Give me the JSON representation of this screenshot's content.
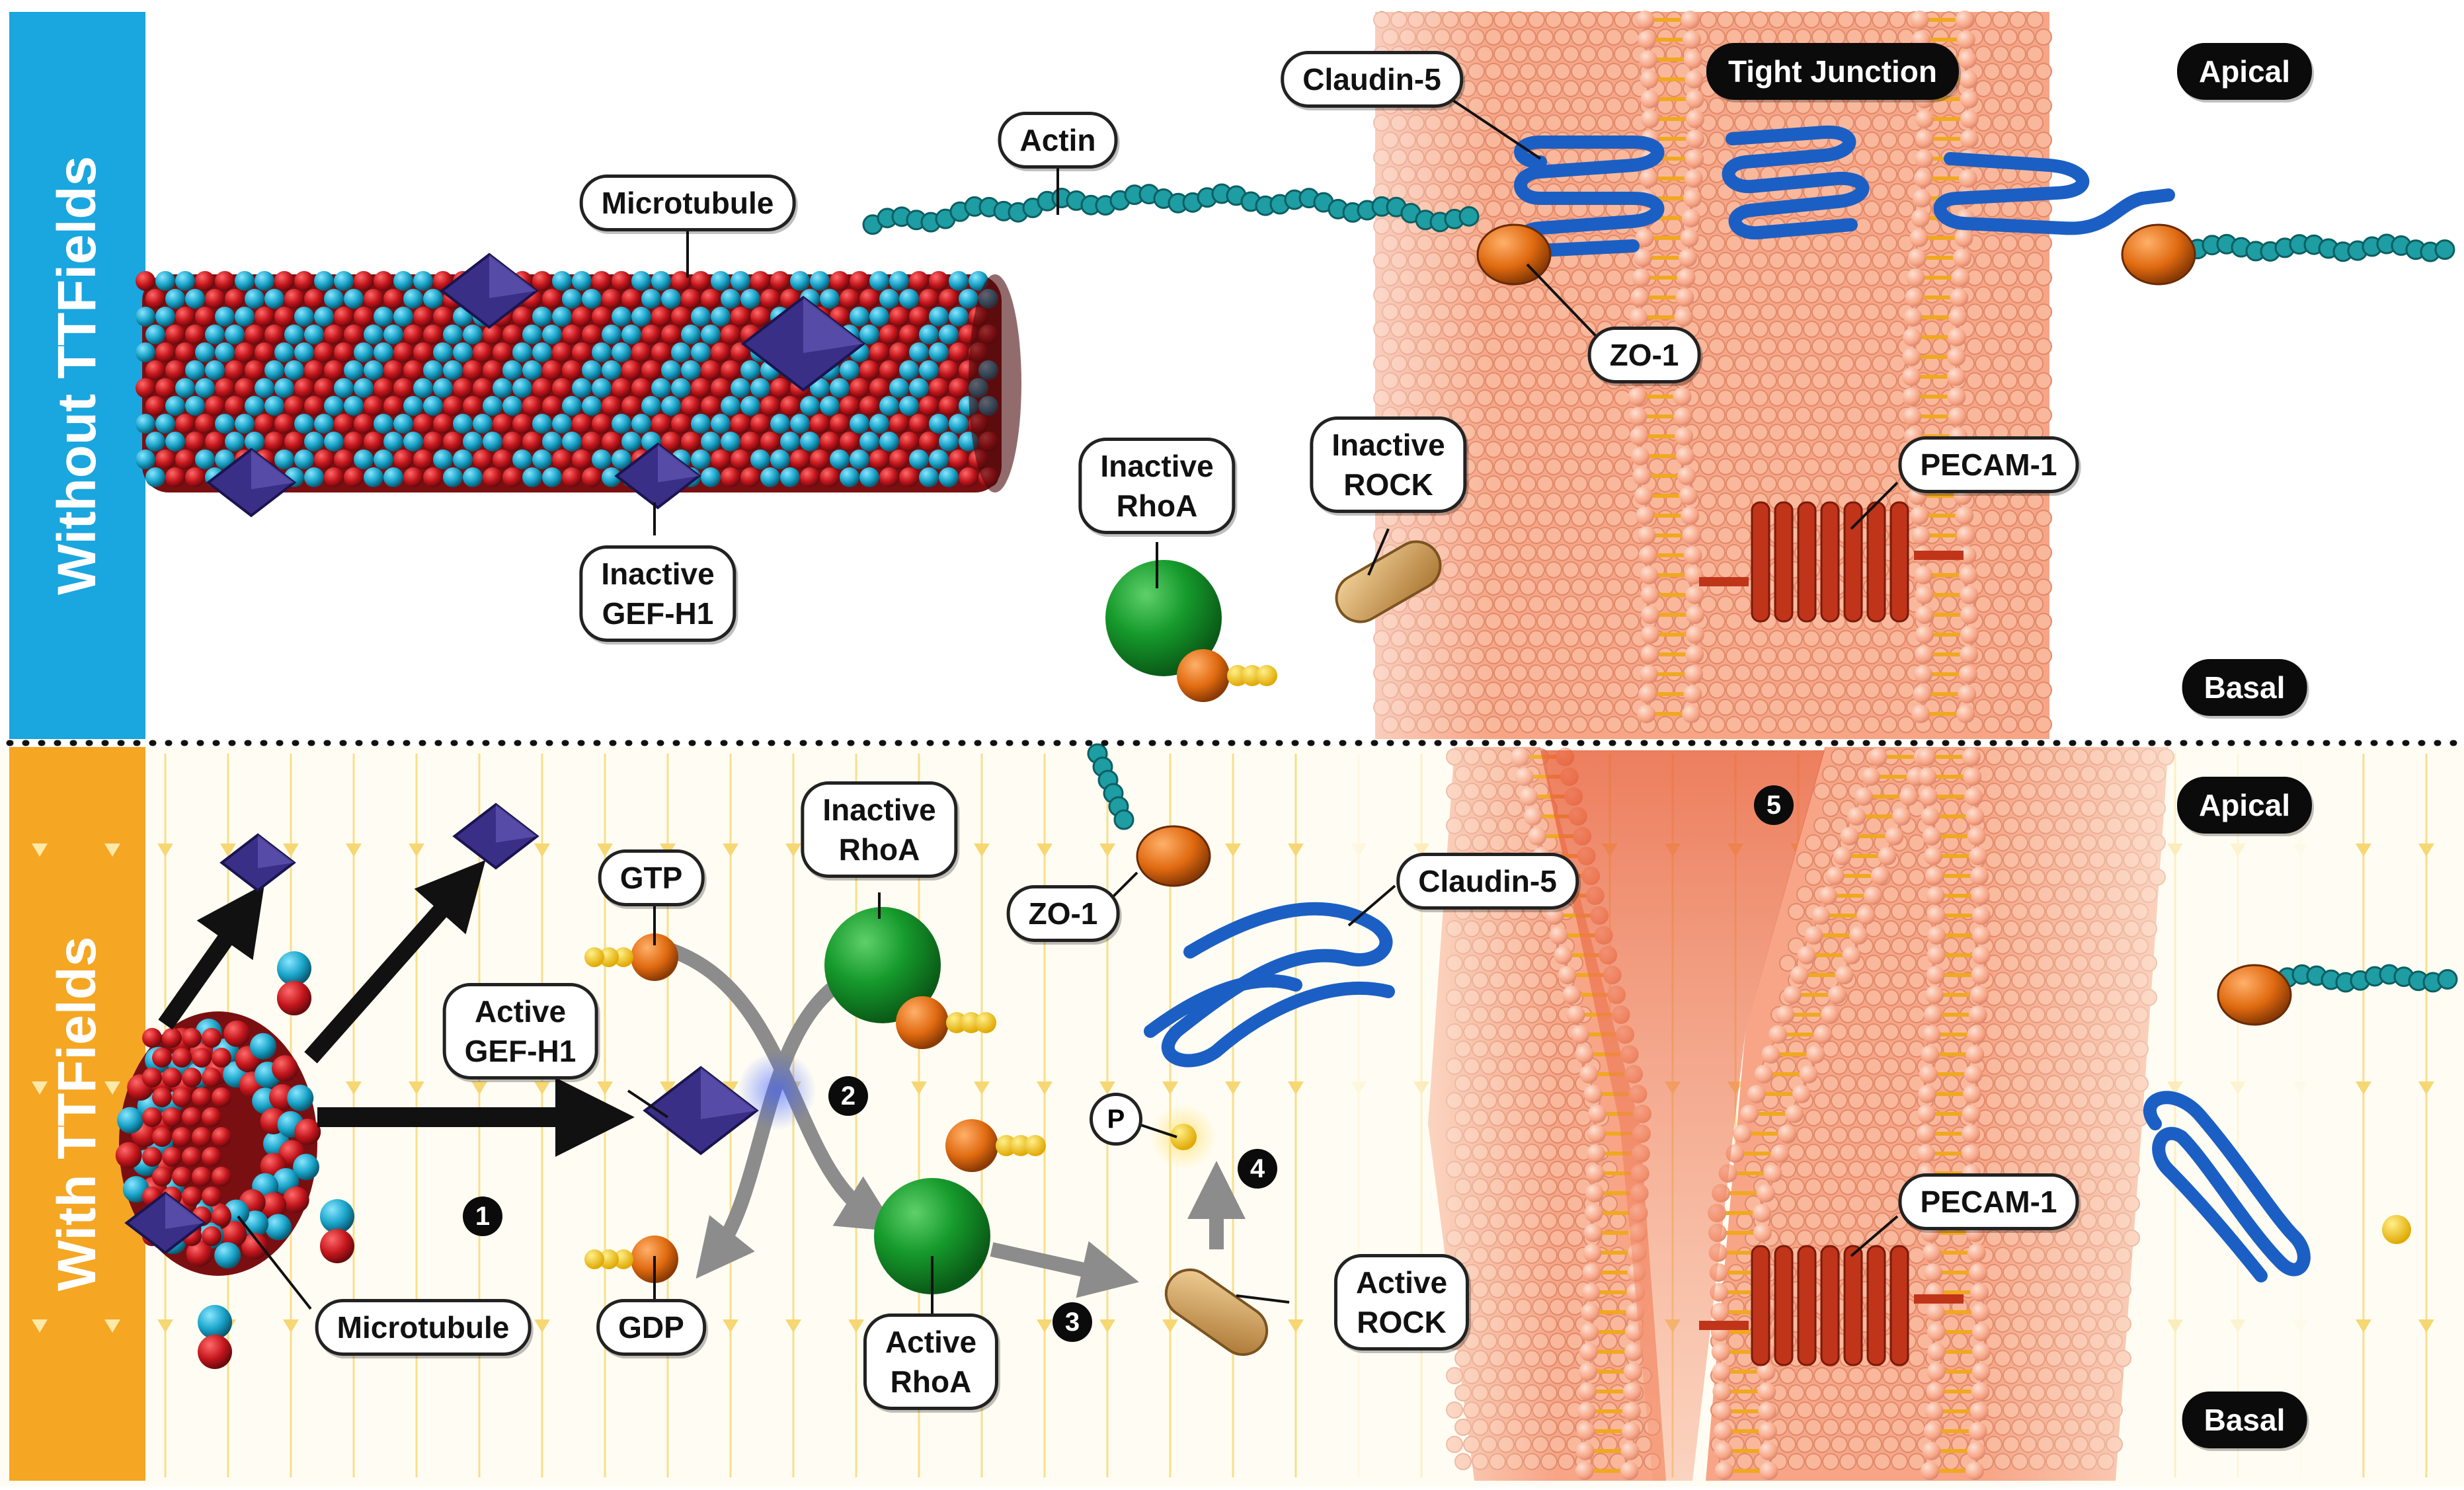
{
  "panels": {
    "top": {
      "side_label": "Without TTFields",
      "accent": "#1aa6df"
    },
    "bottom": {
      "side_label": "With TTFields",
      "accent": "#f5a623"
    }
  },
  "top_labels": {
    "microtubule": "Microtubule",
    "actin": "Actin",
    "claudin5": "Claudin-5",
    "tight_junction": "Tight Junction",
    "apical": "Apical",
    "zo1": "ZO-1",
    "inactive_gef": "Inactive\nGEF-H1",
    "inactive_rhoa": "Inactive\nRhoA",
    "inactive_rock": "Inactive\nROCK",
    "pecam1": "PECAM-1",
    "basal": "Basal"
  },
  "bottom_labels": {
    "apical": "Apical",
    "gtp": "GTP",
    "inactive_rhoa": "Inactive\nRhoA",
    "zo1": "ZO-1",
    "claudin5": "Claudin-5",
    "active_gef": "Active\nGEF-H1",
    "p": "P",
    "microtubule": "Microtubule",
    "gdp": "GDP",
    "active_rhoa": "Active\nRhoA",
    "active_rock": "Active\nROCK",
    "pecam1": "PECAM-1",
    "basal": "Basal"
  },
  "steps": [
    "1",
    "2",
    "3",
    "4",
    "5"
  ],
  "colors": {
    "membrane": "#f7a586",
    "membrane_head": "#f9b89c",
    "lipid_tail": "#f0a820",
    "tubulin_red": "#c4161c",
    "tubulin_blue": "#19a3c9",
    "gef": "#3a2f86",
    "rhoa": "#169a2c",
    "rock": "#d9a55c",
    "zo1": "#e06a10",
    "claudin": "#1b5fc4",
    "pecam": "#c0341a",
    "actin": "#1e9da3",
    "field_line": "#f7d774"
  }
}
